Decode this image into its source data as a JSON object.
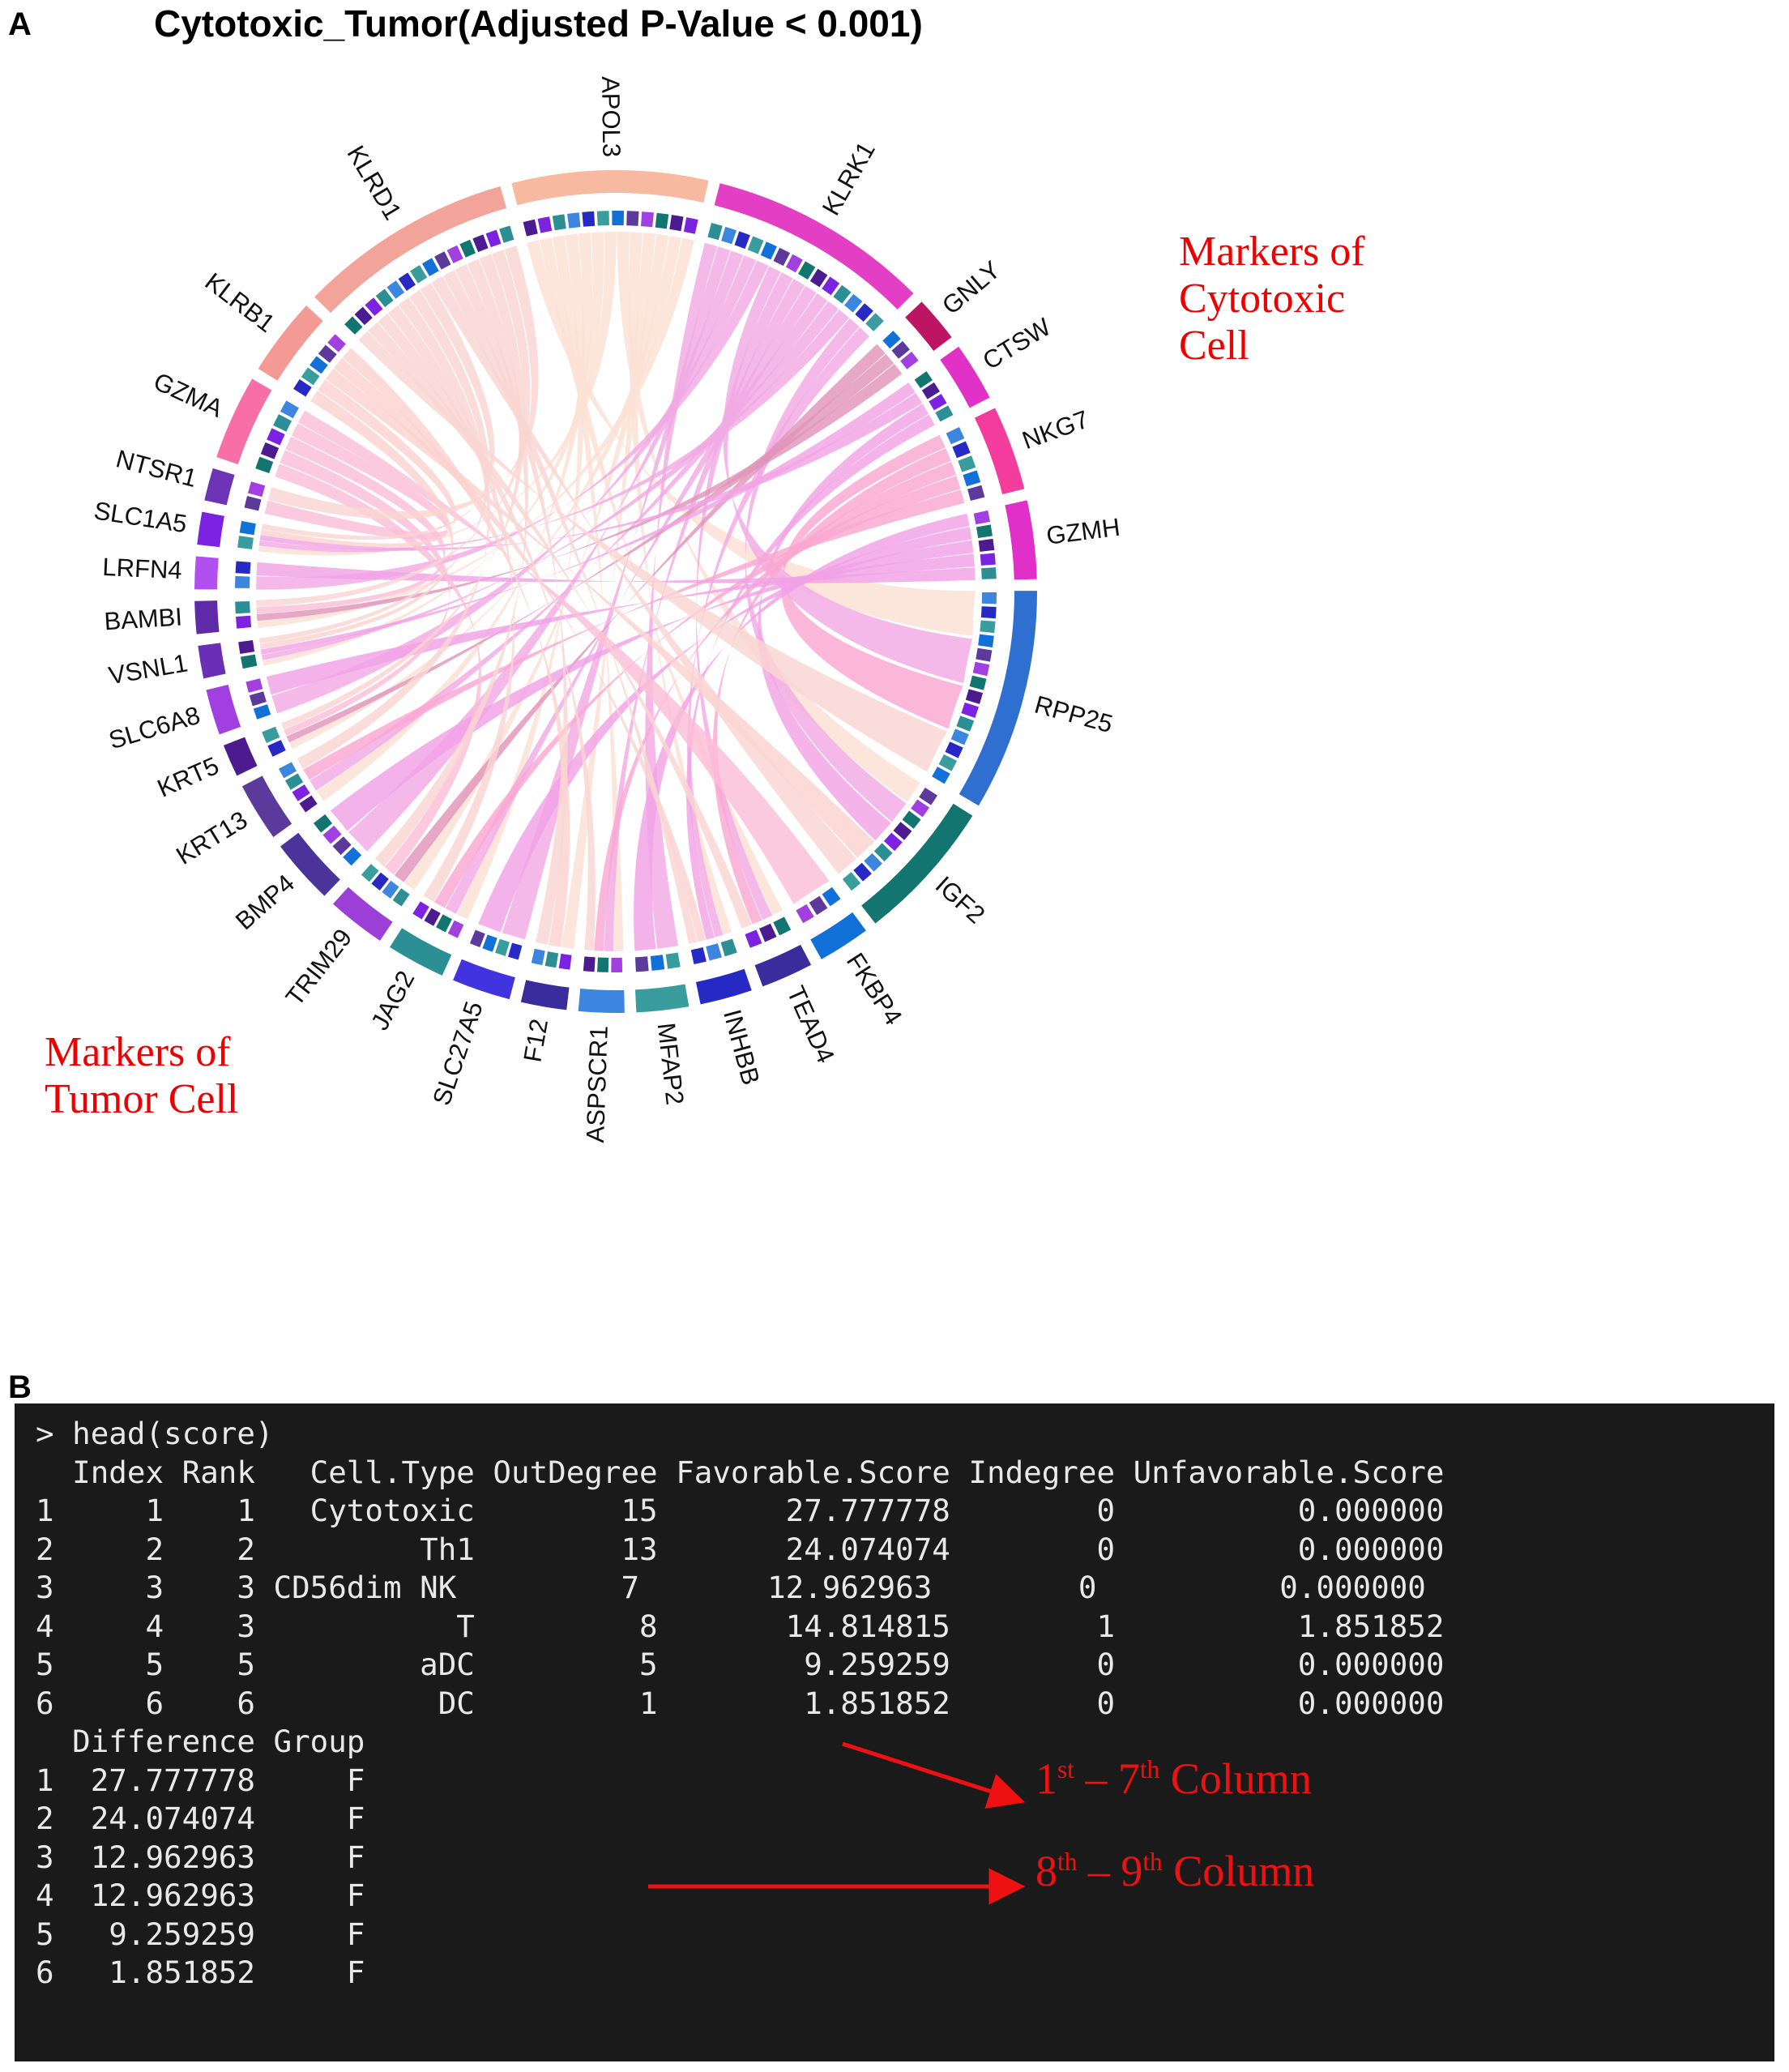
{
  "panels": {
    "a_letter": "A",
    "b_letter": "B"
  },
  "chart_title": "Cytotoxic_Tumor(Adjusted P-Value < 0.001)",
  "annotations": {
    "cytotoxic": "Markers of\nCytotoxic\nCell",
    "tumor": "Markers of\nTumor Cell",
    "col_1_7_pre": "1",
    "col_1_7_sup1": "st",
    "col_1_7_mid": " – 7",
    "col_1_7_sup2": "th",
    "col_1_7_post": " Column",
    "col_8_9_pre": "8",
    "col_8_9_sup1": "th",
    "col_8_9_mid": " – 9",
    "col_8_9_sup2": "th",
    "col_8_9_post": " Column"
  },
  "chart_data": {
    "type": "chord",
    "title": "Cytotoxic_Tumor(Adjusted P-Value < 0.001)",
    "description": "Circos chord diagram linking markers of cytotoxic cells (upper half) to markers of tumor cells (lower half). Sector arc length is proportional to the number of links; ribbons are colored by source sector.",
    "groups": [
      {
        "name": "Markers of Cytotoxic Cell",
        "label_color": "#ee0000"
      },
      {
        "name": "Markers of Tumor Cell",
        "label_color": "#ee0000"
      }
    ],
    "sectors": [
      {
        "label": "APOL3",
        "group": "cytotoxic",
        "color": "#f7b99f",
        "span": 30.0
      },
      {
        "label": "KLRK1",
        "group": "cytotoxic",
        "color": "#e33fc4",
        "span": 34.0
      },
      {
        "label": "GNLY",
        "group": "cytotoxic",
        "color": "#bd1464",
        "span": 7.0
      },
      {
        "label": "CTSW",
        "group": "cytotoxic",
        "color": "#e032c6",
        "span": 9.0
      },
      {
        "label": "NKG7",
        "group": "cytotoxic",
        "color": "#f43c9c",
        "span": 13.0
      },
      {
        "label": "GZMH",
        "group": "cytotoxic",
        "color": "#e12fc9",
        "span": 12.0
      },
      {
        "label": "RPP25",
        "group": "tumor",
        "color": "#2f6fd0",
        "span": 34.0
      },
      {
        "label": "IGF2",
        "group": "tumor",
        "color": "#13756f",
        "span": 22.0
      },
      {
        "label": "FKBP4",
        "group": "tumor",
        "color": "#1271d8",
        "span": 8.0
      },
      {
        "label": "TEAD4",
        "group": "tumor",
        "color": "#3b2c9e",
        "span": 8.0
      },
      {
        "label": "INHBB",
        "group": "tumor",
        "color": "#2729c4",
        "span": 8.0
      },
      {
        "label": "MFAP2",
        "group": "tumor",
        "color": "#3a9d9d",
        "span": 8.0
      },
      {
        "label": "ASPSCR1",
        "group": "tumor",
        "color": "#3d86e0",
        "span": 7.0
      },
      {
        "label": "F12",
        "group": "tumor",
        "color": "#3b2c9e",
        "span": 7.0
      },
      {
        "label": "SLC27A5",
        "group": "tumor",
        "color": "#4233e0",
        "span": 9.0
      },
      {
        "label": "JAG2",
        "group": "tumor",
        "color": "#2c8f96",
        "span": 9.0
      },
      {
        "label": "TRIM29",
        "group": "tumor",
        "color": "#9c3fd6",
        "span": 9.0
      },
      {
        "label": "BMP4",
        "group": "tumor",
        "color": "#4a3399",
        "span": 10.0
      },
      {
        "label": "KRT13",
        "group": "tumor",
        "color": "#5c3a9c",
        "span": 9.0
      },
      {
        "label": "KRT5",
        "group": "tumor",
        "color": "#4b1b8f",
        "span": 5.0
      },
      {
        "label": "SLC6A8",
        "group": "tumor",
        "color": "#a23fe0",
        "span": 7.0
      },
      {
        "label": "VSNL1",
        "group": "tumor",
        "color": "#6a2fb5",
        "span": 5.0
      },
      {
        "label": "BAMBI",
        "group": "tumor",
        "color": "#5e2aa8",
        "span": 5.0
      },
      {
        "label": "LRFN4",
        "group": "tumor",
        "color": "#b24ff0",
        "span": 5.0
      },
      {
        "label": "SLC1A5",
        "group": "tumor",
        "color": "#7b23e0",
        "span": 5.0
      },
      {
        "label": "NTSR1",
        "group": "tumor",
        "color": "#6e34b8",
        "span": 5.0
      },
      {
        "label": "GZMA",
        "group": "cytotoxic",
        "color": "#f76fa6",
        "span": 13.0
      },
      {
        "label": "KLRB1",
        "group": "cytotoxic",
        "color": "#f49a94",
        "span": 12.0
      },
      {
        "label": "KLRD1",
        "group": "cytotoxic",
        "color": "#f2a49a",
        "span": 33.0
      }
    ],
    "outer_ring_note": "Outer ribbon track colored per sector; a thin inner ring of small blue/purple/teal tiles marks individual link endpoints."
  },
  "terminal": {
    "prompt_line": "> head(score)",
    "header1": "  Index Rank   Cell.Type OutDegree Favorable.Score Indegree Unfavorable.Score",
    "rows1": [
      "1     1    1   Cytotoxic        15       27.777778        0          0.000000",
      "2     2    2         Th1        13       24.074074        0          0.000000",
      "3     3    3 CD56dim NK         7       12.962963        0          0.000000",
      "4     4    3           T         8       14.814815        1          1.851852",
      "5     5    5         aDC         5        9.259259        0          0.000000",
      "6     6    6          DC         1        1.851852        0          0.000000"
    ],
    "header2": "  Difference Group",
    "rows2": [
      "1  27.777778     F",
      "2  24.074074     F",
      "3  12.962963     F",
      "4  12.962963     F",
      "5   9.259259     F",
      "6   1.851852     F"
    ],
    "table": {
      "columns": [
        "",
        "Index",
        "Rank",
        "Cell.Type",
        "OutDegree",
        "Favorable.Score",
        "Indegree",
        "Unfavorable.Score",
        "Difference",
        "Group"
      ],
      "data": [
        [
          "1",
          "1",
          "1",
          "Cytotoxic",
          "15",
          "27.777778",
          "0",
          "0.000000",
          "27.777778",
          "F"
        ],
        [
          "2",
          "2",
          "2",
          "Th1",
          "13",
          "24.074074",
          "0",
          "0.000000",
          "24.074074",
          "F"
        ],
        [
          "3",
          "3",
          "3",
          "CD56dim NK",
          "7",
          "12.962963",
          "0",
          "0.000000",
          "12.962963",
          "F"
        ],
        [
          "4",
          "4",
          "3",
          "T",
          "8",
          "14.814815",
          "1",
          "1.851852",
          "12.962963",
          "F"
        ],
        [
          "5",
          "5",
          "5",
          "aDC",
          "5",
          "9.259259",
          "0",
          "0.000000",
          "9.259259",
          "F"
        ],
        [
          "6",
          "6",
          "6",
          "DC",
          "1",
          "1.851852",
          "0",
          "0.000000",
          "1.851852",
          "F"
        ]
      ]
    }
  },
  "colors": {
    "annotation_red": "#ee0000",
    "terminal_bg": "#1a1a1a",
    "terminal_fg": "#e9e9e9"
  }
}
